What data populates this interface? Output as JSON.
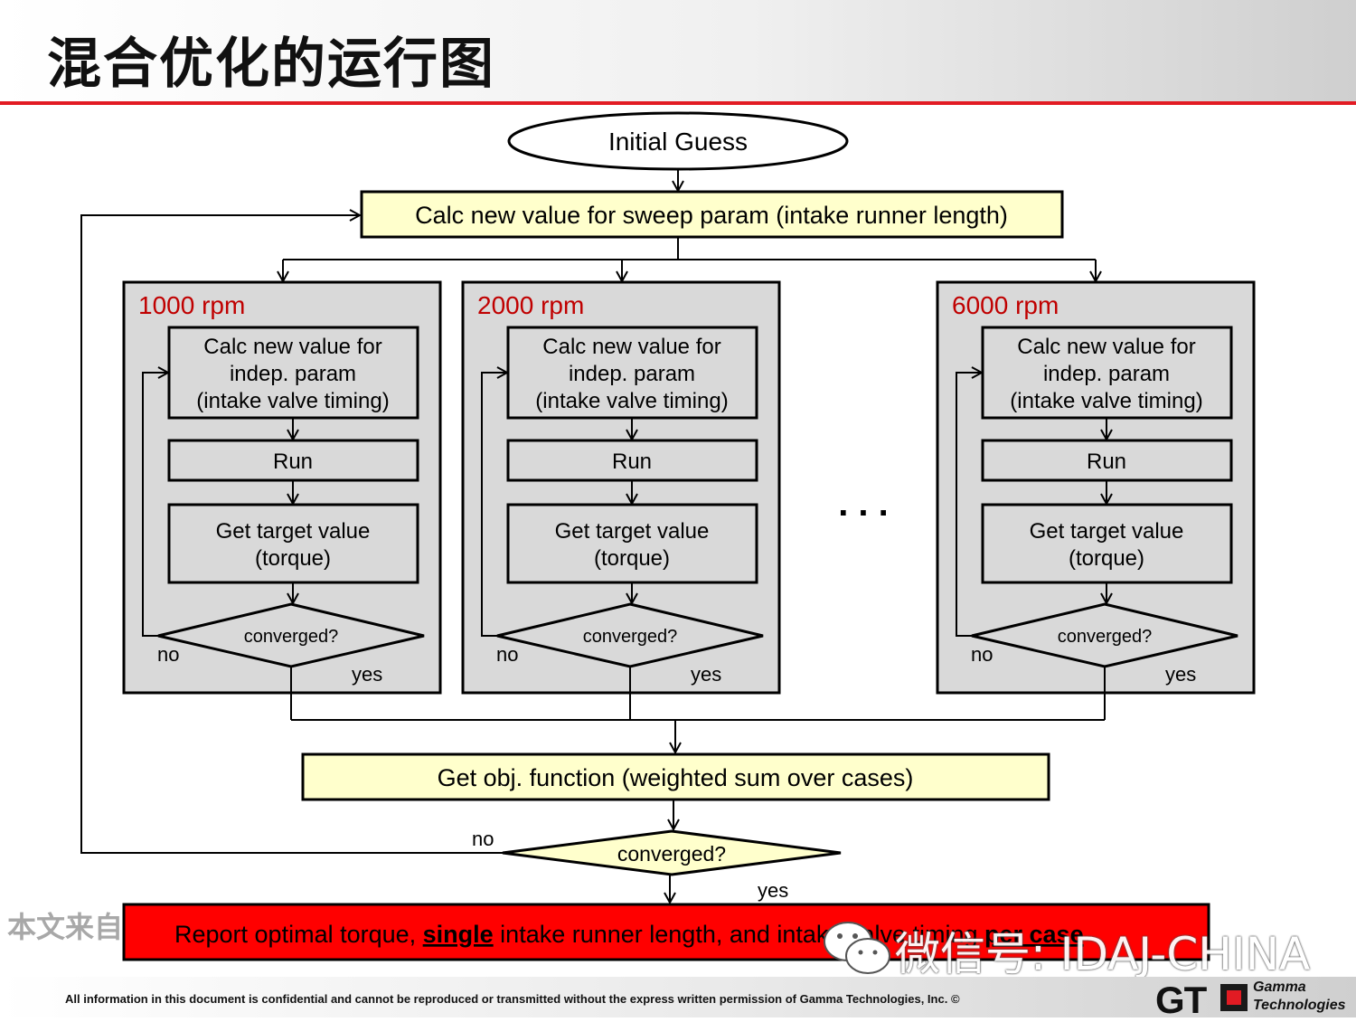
{
  "slide": {
    "title": "混合优化的运行图",
    "footer": "All information in this document is confidential and cannot be reproduced or transmitted without the express written permission of Gamma Technologies, Inc. ©",
    "logo": {
      "letters": "GT",
      "name_line1": "Gamma",
      "name_line2": "Technologies"
    },
    "watermark_left": "本文来自",
    "watermark_wechat": "微信号: IDAJ-CHINA"
  },
  "flow": {
    "start": "Initial Guess",
    "sweep": "Calc new value for sweep param (intake runner length)",
    "cases": [
      {
        "rpm": "1000 rpm"
      },
      {
        "rpm": "2000 rpm"
      },
      {
        "rpm": "6000 rpm"
      }
    ],
    "case_steps": {
      "calc_line1": "Calc new value for",
      "calc_line2": "indep. param",
      "calc_line3": "(intake valve timing)",
      "run": "Run",
      "target_line1": "Get target value",
      "target_line2": "(torque)",
      "decision": "converged?",
      "no": "no",
      "yes": "yes"
    },
    "ellipsis": ". . .",
    "objective": "Get obj. function (weighted sum over cases)",
    "final_decision": "converged?",
    "final_no": "no",
    "final_yes": "yes",
    "report": {
      "part1": "Report optimal torque,  ",
      "part2": "single",
      "part3": " intake runner length, and intake valve timing ",
      "part4": "per case"
    }
  },
  "colors": {
    "accent_red": "#e21b23",
    "sweep_fill": "#ffffcc",
    "case_panel_fill": "#d9d9d9",
    "report_fill": "#ff0000",
    "rpm_label": "#c00000"
  }
}
